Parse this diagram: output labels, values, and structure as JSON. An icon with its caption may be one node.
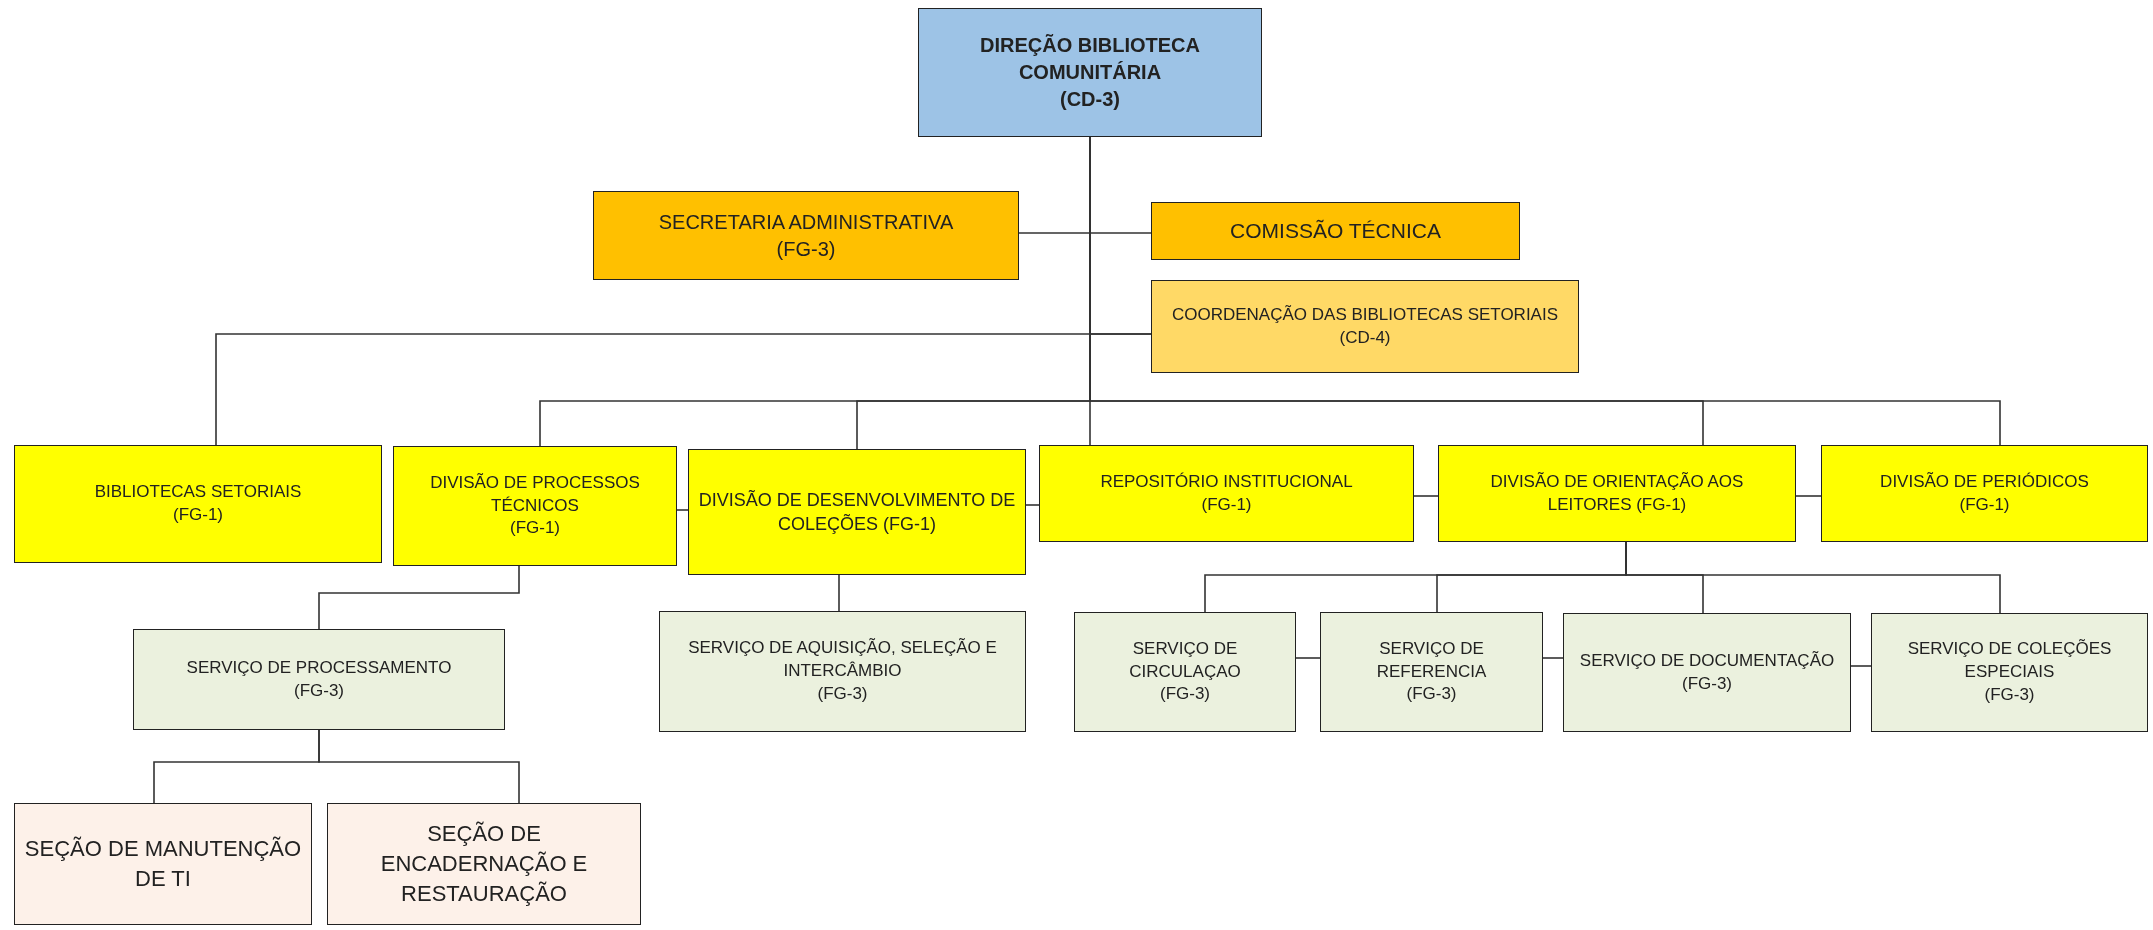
{
  "diagram": {
    "nodes": [
      {
        "text": [
          "DIREÇÃO BIBLIOTECA COMUNITÁRIA",
          "(CD-3)"
        ]
      },
      {
        "text": [
          "SECRETARIA ADMINISTRATIVA",
          "(FG-3)"
        ]
      },
      {
        "text": [
          "COMISSÃO TÉCNICA"
        ]
      },
      {
        "text": [
          "COORDENAÇÃO DAS BIBLIOTECAS SETORIAIS (CD-4)"
        ]
      },
      {
        "text": [
          "BIBLIOTECAS SETORIAIS",
          "(FG-1)"
        ]
      },
      {
        "text": [
          "DIVISÃO DE PROCESSOS TÉCNICOS",
          "(FG-1)"
        ]
      },
      {
        "text": [
          "DIVISÃO DE DESENVOLVIMENTO DE COLEÇÕES (FG-1)"
        ]
      },
      {
        "text": [
          "REPOSITÓRIO INSTITUCIONAL",
          "(FG-1)"
        ]
      },
      {
        "text": [
          "DIVISÃO DE ORIENTAÇÃO AOS LEITORES (FG-1)"
        ]
      },
      {
        "text": [
          "DIVISÃO DE PERIÓDICOS",
          "(FG-1)"
        ]
      },
      {
        "text": [
          "SERVIÇO DE PROCESSAMENTO",
          "(FG-3)"
        ]
      },
      {
        "text": [
          "SERVIÇO DE AQUISIÇÃO, SELEÇÃO E INTERCÂMBIO",
          "(FG-3)"
        ]
      },
      {
        "text": [
          "SERVIÇO DE CIRCULAÇAO",
          "(FG-3)"
        ]
      },
      {
        "text": [
          "SERVIÇO DE REFERENCIA",
          "(FG-3)"
        ]
      },
      {
        "text": [
          "SERVIÇO DE DOCUMENTAÇÃO",
          "(FG-3)"
        ]
      },
      {
        "text": [
          "SERVIÇO DE COLEÇÕES ESPECIAIS",
          "(FG-3)"
        ]
      },
      {
        "text": [
          "SEÇÃO DE MANUTENÇÃO DE TI"
        ]
      },
      {
        "text": [
          "SEÇÃO DE ENCADERNAÇÃO E RESTAURAÇÃO"
        ]
      }
    ],
    "edges": [
      {
        "from": 0,
        "to": 1,
        "arrow": "none"
      },
      {
        "from": 0,
        "to": 2,
        "arrow": "none"
      },
      {
        "from": 0,
        "to": 3,
        "arrow": "none"
      },
      {
        "from": 3,
        "to": 4,
        "arrow": "none"
      },
      {
        "from": 0,
        "to": 5,
        "arrow": "none"
      },
      {
        "from": 0,
        "to": 6,
        "arrow": "none"
      },
      {
        "from": 0,
        "to": 7,
        "arrow": "none"
      },
      {
        "from": 0,
        "to": 8,
        "arrow": "none"
      },
      {
        "from": 0,
        "to": 9,
        "arrow": "none"
      },
      {
        "from": 5,
        "to": 6,
        "arrow": "none"
      },
      {
        "from": 6,
        "to": 7,
        "arrow": "none"
      },
      {
        "from": 7,
        "to": 8,
        "arrow": "none"
      },
      {
        "from": 8,
        "to": 9,
        "arrow": "none"
      },
      {
        "from": 5,
        "to": 10,
        "arrow": "none"
      },
      {
        "from": 6,
        "to": 11,
        "arrow": "none"
      },
      {
        "from": 8,
        "to": 12,
        "arrow": "none"
      },
      {
        "from": 8,
        "to": 13,
        "arrow": "none"
      },
      {
        "from": 8,
        "to": 14,
        "arrow": "none"
      },
      {
        "from": 8,
        "to": 15,
        "arrow": "none"
      },
      {
        "from": 12,
        "to": 13,
        "arrow": "none"
      },
      {
        "from": 13,
        "to": 14,
        "arrow": "none"
      },
      {
        "from": 14,
        "to": 15,
        "arrow": "none"
      },
      {
        "from": 10,
        "to": 16,
        "arrow": "none"
      },
      {
        "from": 10,
        "to": 17,
        "arrow": "none"
      }
    ]
  }
}
